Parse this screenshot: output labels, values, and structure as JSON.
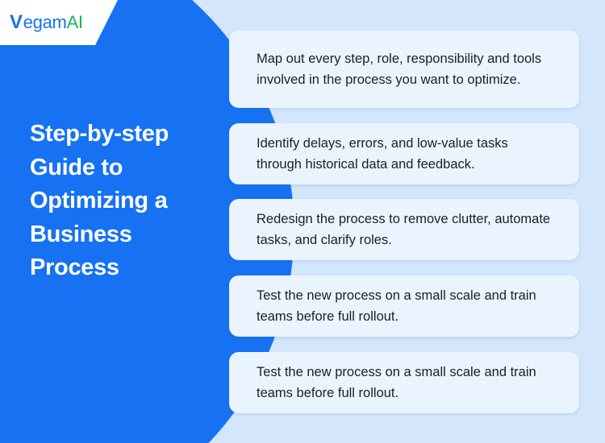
{
  "logo": {
    "v": "V",
    "rest": "egam",
    "ai": "AI"
  },
  "title": "Step-by-step Guide to Optimizing a Business Process",
  "steps": [
    "Map out every step, role, responsibility and tools involved in the process you want to optimize.",
    "Identify delays, errors, and low-value tasks through historical data and feedback.",
    "Redesign the process to remove clutter, automate tasks, and clarify roles.",
    "Test the new process on a small scale and train teams before full rollout.",
    "Test the new process on a small scale and train teams before full rollout."
  ]
}
